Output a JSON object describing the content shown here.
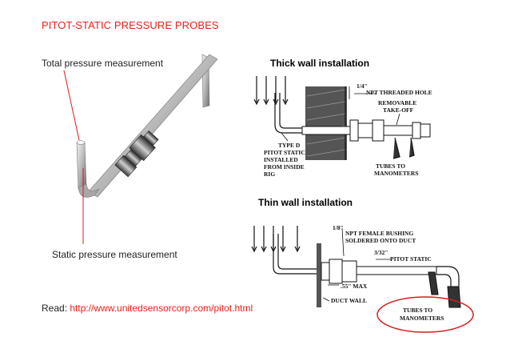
{
  "title": "PITOT-STATIC PRESSURE PROBES",
  "labels": {
    "total": "Total pressure measurement",
    "static": "Static pressure measurement",
    "thick": "Thick wall installation",
    "thin": "Thin wall installation"
  },
  "read": {
    "prefix": "Read: ",
    "url": "http://www.unitedsensorcorp.com/pitot.html"
  },
  "thick_diagram": {
    "npt": "NPT THREADED HOLE",
    "npt_frac": "1/4\"",
    "removable": "REMOVABLE",
    "takeoff": "TAKE-OFF",
    "type_d": [
      "TYPE D",
      "PITOT STATIC",
      "INSTALLED",
      "FROM INSIDE",
      "RIG"
    ],
    "tubes": [
      "TUBES TO",
      "MANOMETERS"
    ]
  },
  "thin_diagram": {
    "bushing_frac": "1/8\"",
    "bushing": [
      "NPT FEMALE BUSHING",
      "SOLDERED ONTO DUCT"
    ],
    "pitot_frac": "3/32\"",
    "pitot": "PITOT STATIC",
    "max": ".55\" MAX",
    "duct": "DUCT WALL",
    "tubes": [
      "TUBES TO",
      "MANOMETERS"
    ]
  },
  "colors": {
    "title": "#e8221b",
    "annotation": "#d42020",
    "link": "#e8221b"
  }
}
